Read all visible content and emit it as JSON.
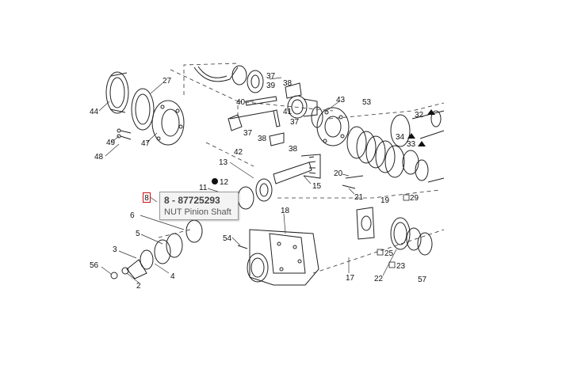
{
  "tooltip": {
    "marker": "8",
    "title": "8 - 87725293",
    "description": "NUT Pinion Shaft"
  },
  "callouts": [
    {
      "id": "44",
      "text": "44"
    },
    {
      "id": "27",
      "text": "27"
    },
    {
      "id": "49",
      "text": "49"
    },
    {
      "id": "47",
      "text": "47"
    },
    {
      "id": "48",
      "text": "48"
    },
    {
      "id": "40",
      "text": "40"
    },
    {
      "id": "37a",
      "text": "37"
    },
    {
      "id": "39",
      "text": "39"
    },
    {
      "id": "38a",
      "text": "38"
    },
    {
      "id": "37b",
      "text": "37"
    },
    {
      "id": "41",
      "text": "41"
    },
    {
      "id": "43",
      "text": "43"
    },
    {
      "id": "53",
      "text": "53"
    },
    {
      "id": "37c",
      "text": "37"
    },
    {
      "id": "38b",
      "text": "38"
    },
    {
      "id": "42",
      "text": "42"
    },
    {
      "id": "38c",
      "text": "38"
    },
    {
      "id": "32",
      "text": "32"
    },
    {
      "id": "34",
      "text": "34"
    },
    {
      "id": "33",
      "text": "33"
    },
    {
      "id": "13",
      "text": "13"
    },
    {
      "id": "12",
      "text": "12"
    },
    {
      "id": "11",
      "text": "11"
    },
    {
      "id": "15",
      "text": "15"
    },
    {
      "id": "20",
      "text": "20"
    },
    {
      "id": "21",
      "text": "21"
    },
    {
      "id": "19",
      "text": "19"
    },
    {
      "id": "29",
      "text": "29"
    },
    {
      "id": "6",
      "text": "6"
    },
    {
      "id": "18",
      "text": "18"
    },
    {
      "id": "5",
      "text": "5"
    },
    {
      "id": "54",
      "text": "54"
    },
    {
      "id": "3",
      "text": "3"
    },
    {
      "id": "4",
      "text": "4"
    },
    {
      "id": "56",
      "text": "56"
    },
    {
      "id": "2",
      "text": "2"
    },
    {
      "id": "25",
      "text": "25"
    },
    {
      "id": "23",
      "text": "23"
    },
    {
      "id": "17",
      "text": "17"
    },
    {
      "id": "22",
      "text": "22"
    },
    {
      "id": "57",
      "text": "57"
    }
  ]
}
